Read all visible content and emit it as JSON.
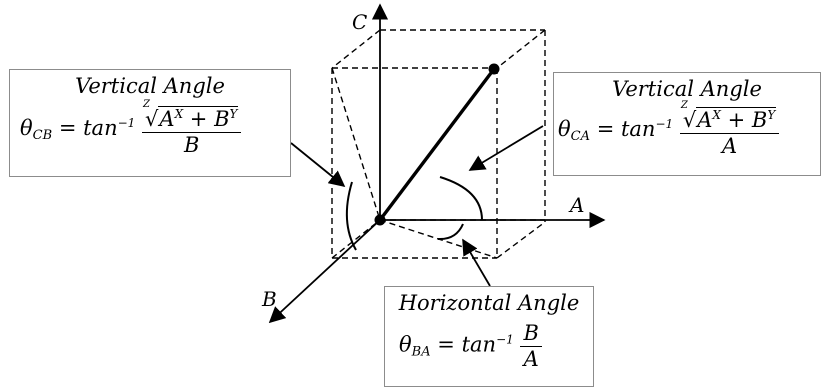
{
  "axes": {
    "a": "A",
    "b": "B",
    "c": "C"
  },
  "boxes": [
    {
      "title": "Vertical Angle",
      "lhs": "θ",
      "lhs_sub": "CB",
      "op": "= tan",
      "exp": "−1",
      "root_index": "Z",
      "root_sym": "√",
      "rad_a": "A",
      "rad_a_sup": "X",
      "rad_plus": " + ",
      "rad_b": "B",
      "rad_b_sup": "Y",
      "den": "B"
    },
    {
      "title": "Vertical Angle",
      "lhs": "θ",
      "lhs_sub": "CA",
      "op": "= tan",
      "exp": "−1",
      "root_index": "Z",
      "root_sym": "√",
      "rad_a": "A",
      "rad_a_sup": "X",
      "rad_plus": " + ",
      "rad_b": "B",
      "rad_b_sup": "Y",
      "den": "A"
    },
    {
      "title": "Horizontal Angle",
      "lhs": "θ",
      "lhs_sub": "BA",
      "op": "= tan",
      "exp": "−1",
      "num": "B",
      "den": "A"
    }
  ]
}
